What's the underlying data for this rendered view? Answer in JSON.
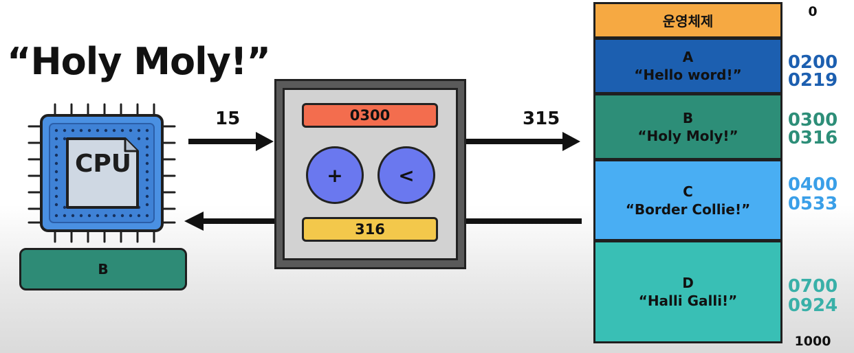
{
  "title": "“Holy Moly!”",
  "cpu": {
    "label": "CPU",
    "icon": "cpu-chip-icon"
  },
  "process_register": {
    "label": "B"
  },
  "arrows": {
    "to_mmu": "15",
    "to_memory": "315"
  },
  "mmu": {
    "relocation_register": "0300",
    "limit_register": "316",
    "plus_symbol": "+",
    "less_than_symbol": "<"
  },
  "memory": {
    "os": "운영체제",
    "blocks": [
      {
        "name": "A",
        "text": "“Hello word!”",
        "start": "0200",
        "end": "0219",
        "color": "#1c5fb0"
      },
      {
        "name": "B",
        "text": "“Holy Moly!”",
        "start": "0300",
        "end": "0316",
        "color": "#2d8e78"
      },
      {
        "name": "C",
        "text": "“Border Collie!”",
        "start": "0400",
        "end": "0533",
        "color": "#3a9fe8"
      },
      {
        "name": "D",
        "text": "“Halli Galli!”",
        "start": "0700",
        "end": "0924",
        "color": "#39b0a8"
      }
    ],
    "top_address": "0",
    "bottom_address": "1000"
  }
}
